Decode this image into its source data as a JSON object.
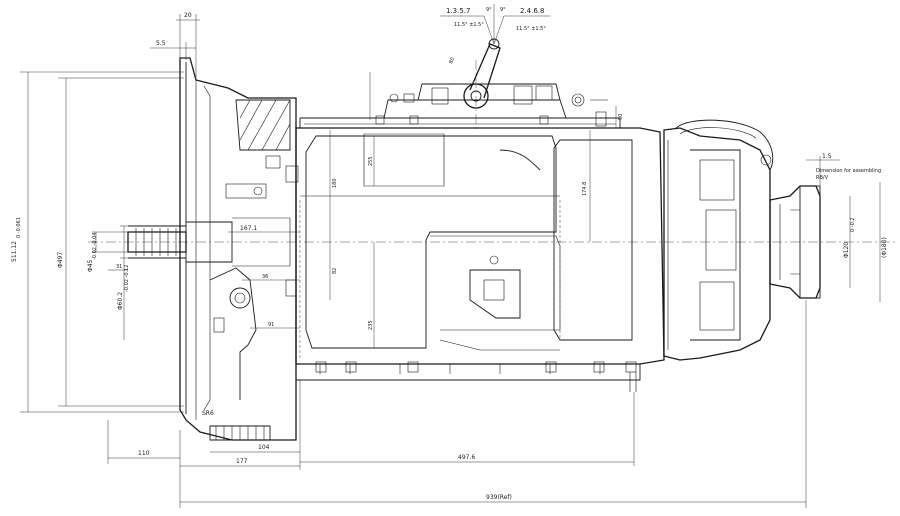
{
  "diagram": {
    "shift_pattern": {
      "left_gears": "1.3.5.7",
      "right_gears": "2.4.6.8",
      "angle_left": "9°",
      "angle_right": "9°",
      "tol_left": "11.5° ±1.5°",
      "tol_right": "11.5° ±1.5°"
    },
    "dims": {
      "d20": "20",
      "d5_5": "5.5",
      "d80": "80",
      "d50": "50",
      "d255": "255",
      "d180": "180",
      "d174_8": "174.8",
      "d167_1": "167.1",
      "d82": "82",
      "d235": "235",
      "d36": "36",
      "d91": "91",
      "d31": "31",
      "sr6": "SR6",
      "d1_5": "1.5",
      "d110": "110",
      "d177": "177",
      "d104": "104",
      "d497_6": "497.6",
      "d939": "939(Ref)",
      "phi497": "Φ497",
      "phi511": "511.12",
      "phi511_tol": "0 -0.061",
      "phi45": "Φ45",
      "phi45_tol": "-0.02 -0.04",
      "phi60": "Φ60.2",
      "phi60_tol": "-0.02 -0.12",
      "phi120": "Φ120",
      "phi120_tol": "0 -0.2",
      "phi180": "(Φ180)"
    },
    "notes": {
      "assembling": "Dimension for assembling",
      "assembling_sub": "RB/V"
    }
  }
}
